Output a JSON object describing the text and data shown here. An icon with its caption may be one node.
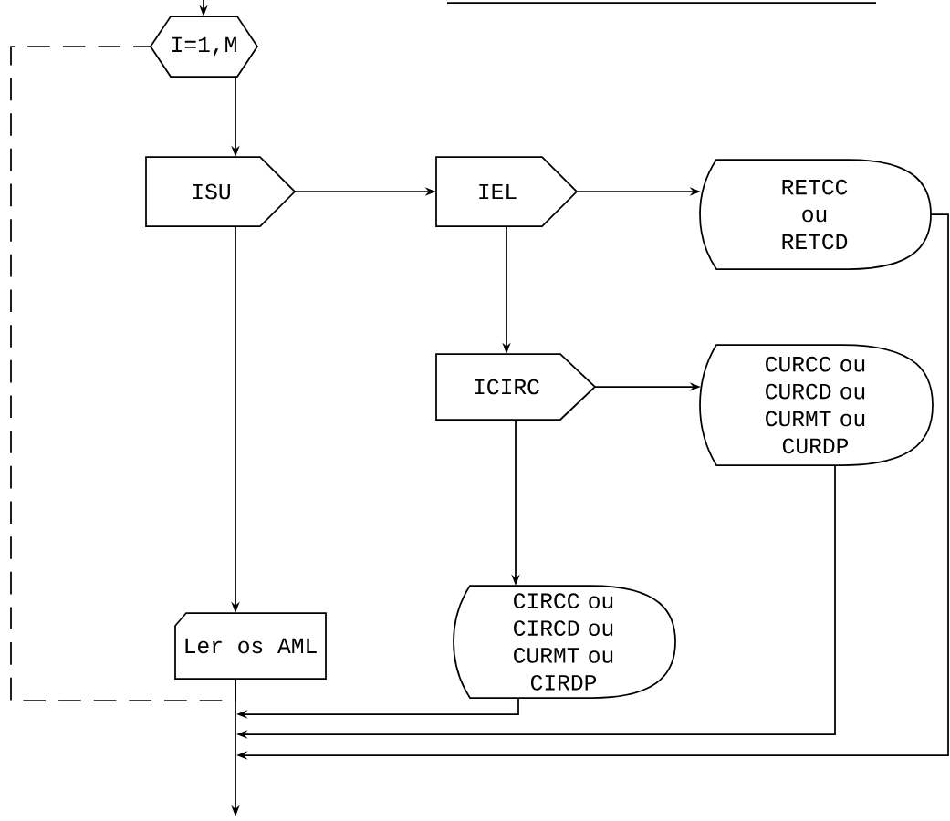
{
  "diagram": {
    "nodes": [
      {
        "text": [
          "I=1,M"
        ]
      },
      {
        "text": [
          "ISU"
        ]
      },
      {
        "text": [
          "IEL"
        ]
      },
      {
        "text": [
          "RETCC ou RETCD"
        ]
      },
      {
        "text": [
          "ICIRC"
        ]
      },
      {
        "text": [
          "CURCC ou CURCD ou CURMT ou CURDP"
        ]
      },
      {
        "text": [
          "Ler os AML"
        ]
      },
      {
        "text": [
          "CIRCC ou CIRCD ou CURMT ou CIRDP"
        ]
      }
    ],
    "edges": [
      {
        "from": null,
        "to": 0,
        "arrow": "to"
      },
      {
        "from": 0,
        "to": 1,
        "arrow": "to"
      },
      {
        "from": 1,
        "to": 2,
        "arrow": "to"
      },
      {
        "from": 2,
        "to": 3,
        "arrow": "to"
      },
      {
        "from": 2,
        "to": 4,
        "arrow": "to"
      },
      {
        "from": 4,
        "to": 5,
        "arrow": "to"
      },
      {
        "from": 4,
        "to": 7,
        "arrow": "to"
      },
      {
        "from": 1,
        "to": 6,
        "arrow": "to"
      },
      {
        "from": 6,
        "to": 0,
        "arrow": "none",
        "style": "dashed"
      },
      {
        "from": 6,
        "to": null,
        "arrow": "to"
      },
      {
        "from": 7,
        "to": null,
        "arrow": "to"
      },
      {
        "from": 5,
        "to": null,
        "arrow": "to"
      },
      {
        "from": 3,
        "to": null,
        "arrow": "to"
      }
    ]
  }
}
